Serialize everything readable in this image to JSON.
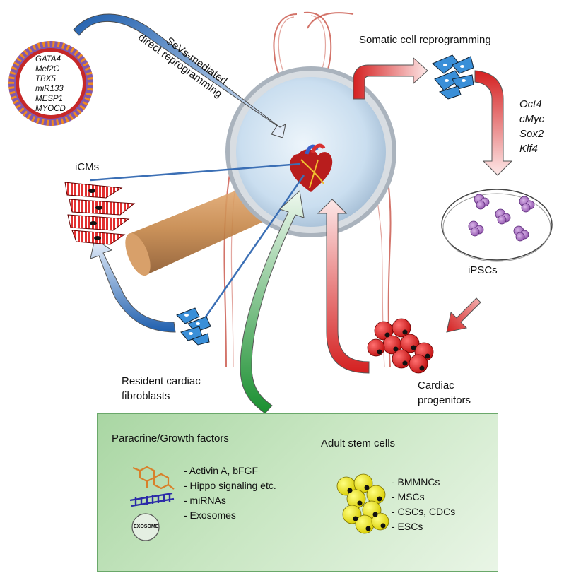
{
  "virus_genes": [
    "GATA4",
    "Mef2C",
    "TBX5",
    "miR133",
    "MESP1",
    "MYOCD"
  ],
  "sevs_label": [
    "SeVs-mediated",
    "direct reprogramming"
  ],
  "somatic_label": "Somatic cell reprogramming",
  "yamanaka_factors": [
    "Oct4",
    "cMyc",
    "Sox2",
    "Klf4"
  ],
  "ipscs_label": "iPSCs",
  "icms_label": "iCMs",
  "fibroblasts_label": [
    "Resident cardiac",
    "fibroblasts"
  ],
  "progenitors_label": [
    "Cardiac",
    "progenitors"
  ],
  "panel": {
    "paracrine_title": "Paracrine/Growth factors",
    "paracrine_items": [
      "- Activin A, bFGF",
      "- Hippo signaling etc.",
      "- miRNAs",
      "- Exosomes"
    ],
    "exosome_icon_text": "EXOSOME",
    "stem_title": "Adult stem cells",
    "stem_items": [
      "- BMMNCs",
      "- MSCs",
      "- CSCs, CDCs",
      "- ESCs"
    ]
  },
  "colors": {
    "blue_arrow": "#1f5fae",
    "red_arrow": "#d42020",
    "green_arrow": "#2a9a3a",
    "panel_green": "#b9ddb3",
    "body_outline": "#c0392b"
  }
}
